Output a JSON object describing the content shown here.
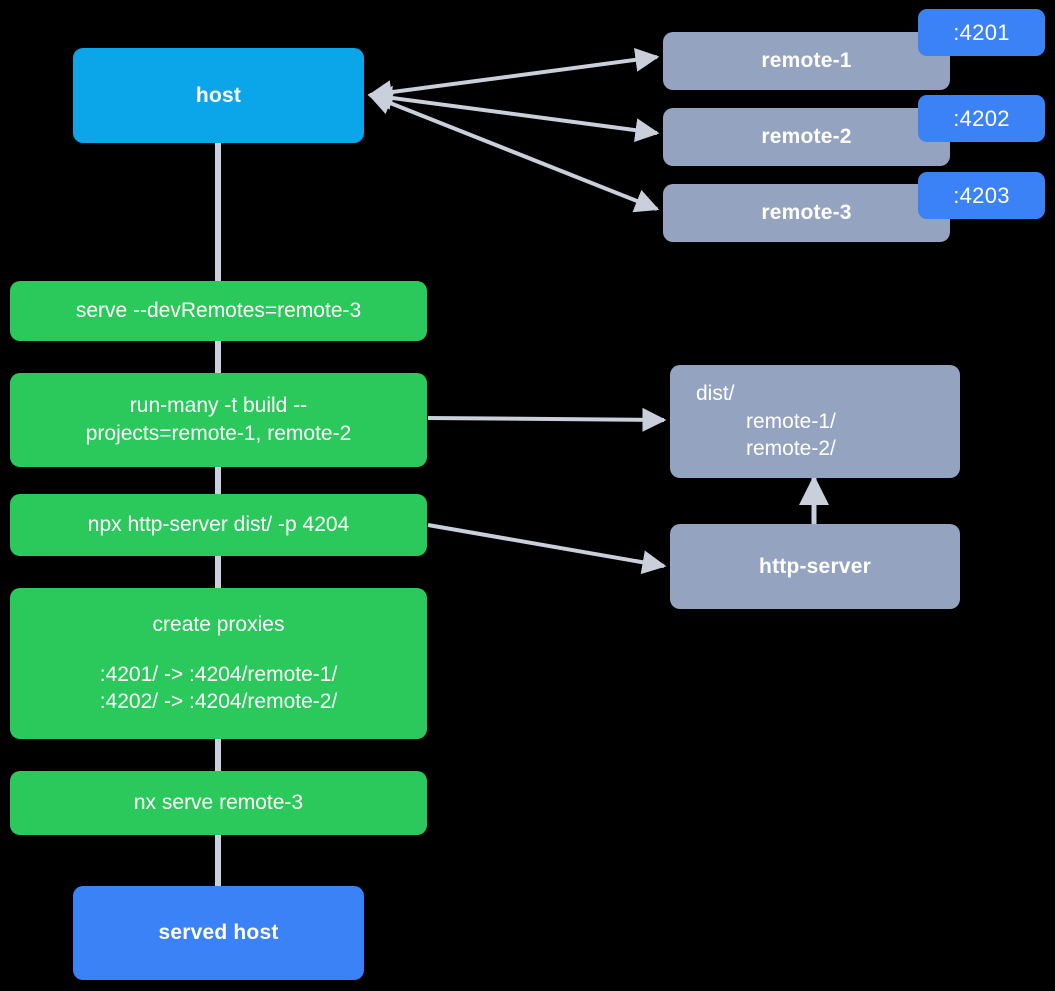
{
  "diagram": {
    "title": "nx module federation host and remotes serve flow",
    "background": "#000000",
    "colors": {
      "host": "#0BA5E9",
      "served_host": "#3B82F6",
      "remote": "#94A3C0",
      "command": "#2BC95B",
      "port_badge": "#3B82F6",
      "connector": "#C9CFDB",
      "text": "#FFFFFF"
    }
  },
  "nodes": {
    "host": {
      "label": "host"
    },
    "served_host": {
      "label": "served host"
    },
    "remotes": [
      {
        "label": "remote-1",
        "port": ":4201"
      },
      {
        "label": "remote-2",
        "port": ":4202"
      },
      {
        "label": "remote-3",
        "port": ":4203"
      }
    ],
    "dist": {
      "root": "dist/",
      "children": [
        "remote-1/",
        "remote-2/"
      ]
    },
    "http_server": {
      "label": "http-server"
    }
  },
  "commands": [
    {
      "id": "serve-dev-remotes",
      "line1": "serve --devRemotes=remote-3"
    },
    {
      "id": "run-many-build",
      "line1": "run-many -t build --",
      "line2": "projects=remote-1, remote-2"
    },
    {
      "id": "npx-http-server",
      "line1": "npx http-server dist/ -p 4204"
    },
    {
      "id": "create-proxies",
      "line1": "create proxies",
      "proxy_rules": [
        ":4201/ -> :4204/remote-1/",
        ":4202/ -> :4204/remote-2/"
      ]
    },
    {
      "id": "nx-serve-remote-3",
      "line1": "nx serve remote-3"
    }
  ],
  "edges": [
    {
      "from": "host",
      "to": "remote-1",
      "kind": "bidirectional"
    },
    {
      "from": "host",
      "to": "remote-2",
      "kind": "bidirectional"
    },
    {
      "from": "host",
      "to": "remote-3",
      "kind": "bidirectional"
    },
    {
      "from": "run-many-build",
      "to": "dist",
      "kind": "arrow"
    },
    {
      "from": "npx-http-server",
      "to": "http-server",
      "kind": "arrow"
    },
    {
      "from": "http-server",
      "to": "dist",
      "kind": "arrow"
    },
    {
      "from": "host",
      "to": "served-host",
      "kind": "spine"
    }
  ]
}
